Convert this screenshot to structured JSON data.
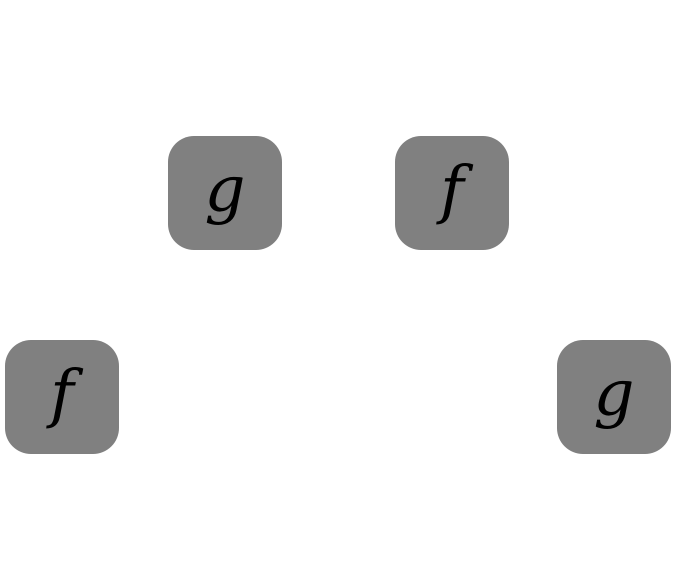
{
  "diagram": {
    "nodes": [
      {
        "label": "g"
      },
      {
        "label": "f"
      },
      {
        "label": "f"
      },
      {
        "label": "g"
      }
    ]
  },
  "colors": {
    "background": "#ffffff",
    "node_fill": "#808080",
    "label": "#000000"
  }
}
